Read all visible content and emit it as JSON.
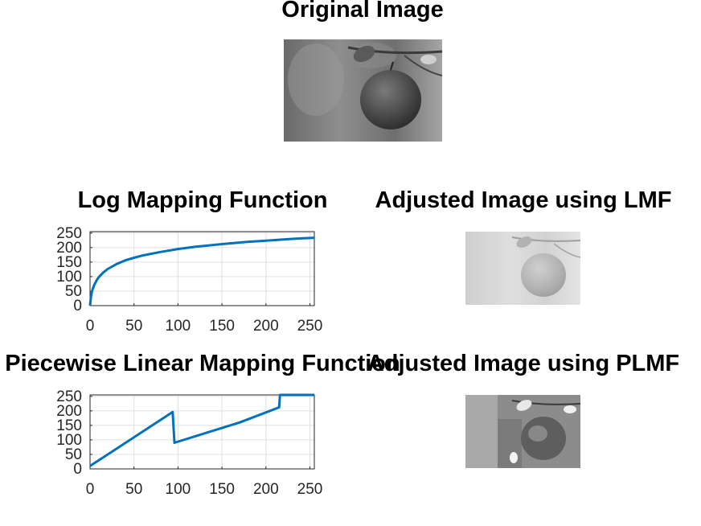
{
  "titles": {
    "original": "Original Image",
    "log": "Log Mapping Function",
    "adjusted_lmf": "Adjusted Image using LMF",
    "piecewise": "Piecewise Linear Mapping Function",
    "adjusted_plmf": "Adjusted Image using PLMF"
  },
  "image_subject": "grayscale-apple-photo",
  "colors": {
    "line": "#0072bd",
    "grid": "#dfdfdf",
    "axis": "#262626"
  },
  "chart_data": [
    {
      "type": "line",
      "title": "Log Mapping Function",
      "xlabel": "",
      "ylabel": "",
      "xlim": [
        0,
        255
      ],
      "ylim": [
        0,
        255
      ],
      "xticks": [
        0,
        50,
        100,
        150,
        200,
        250
      ],
      "yticks": [
        0,
        50,
        100,
        150,
        200,
        250
      ],
      "grid": true,
      "series": [
        {
          "x": [
            0,
            1,
            2,
            3,
            5,
            8,
            10,
            15,
            20,
            30,
            40,
            50,
            60,
            80,
            100,
            120,
            150,
            180,
            200,
            230,
            255
          ],
          "y": [
            0,
            29,
            46,
            57,
            73,
            90,
            98,
            114,
            126,
            143,
            156,
            165,
            173,
            185,
            195,
            203,
            212,
            220,
            224,
            230,
            234
          ]
        }
      ]
    },
    {
      "type": "line",
      "title": "Piecewise Linear Mapping Function",
      "xlabel": "",
      "ylabel": "",
      "xlim": [
        0,
        255
      ],
      "ylim": [
        0,
        255
      ],
      "xticks": [
        0,
        50,
        100,
        150,
        200,
        250
      ],
      "yticks": [
        0,
        50,
        100,
        150,
        200,
        250
      ],
      "grid": true,
      "series": [
        {
          "x": [
            0,
            94,
            96,
            170,
            215,
            216,
            255
          ],
          "y": [
            10,
            196,
            90,
            160,
            212,
            255,
            255
          ]
        }
      ]
    }
  ]
}
